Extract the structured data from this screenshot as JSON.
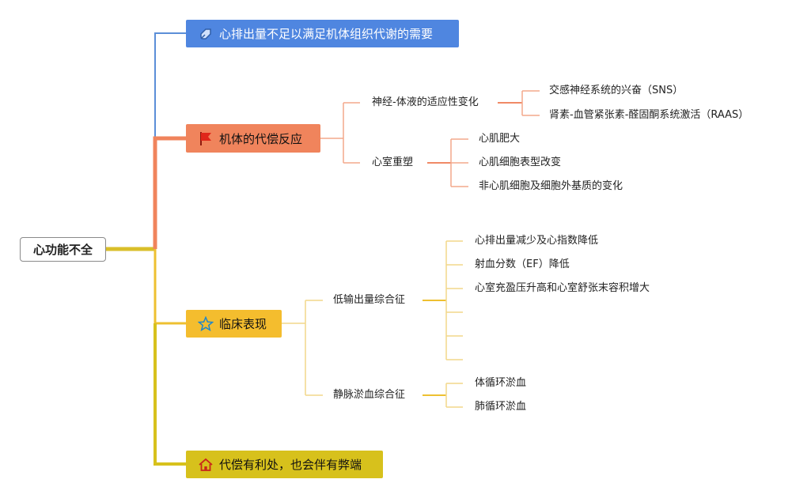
{
  "root": {
    "label": "心功能不全"
  },
  "branches": [
    {
      "label": "心排出量不足以满足机体组织代谢的需要",
      "icon": "rocket-icon",
      "color": "#4f86e0"
    },
    {
      "label": "机体的代偿反应",
      "icon": "flag-icon",
      "color": "#f0845c",
      "children": [
        {
          "label": "神经-体液的适应性变化",
          "children": [
            {
              "label": "交感神经系统的兴奋（SNS）"
            },
            {
              "label": "肾素-血管紧张素-醛固酮系统激活（RAAS）"
            }
          ]
        },
        {
          "label": "心室重塑",
          "children": [
            {
              "label": "心肌肥大"
            },
            {
              "label": "心肌细胞表型改变"
            },
            {
              "label": "非心肌细胞及细胞外基质的变化"
            }
          ]
        }
      ]
    },
    {
      "label": "临床表现",
      "icon": "star-icon",
      "color": "#f4bd2e",
      "children": [
        {
          "label": "低输出量综合征",
          "children": [
            {
              "label": "心排出量减少及心指数降低"
            },
            {
              "label": "射血分数（EF）降低"
            },
            {
              "label": "心室充盈压升高和心室舒张末容积增大"
            },
            {
              "label": ""
            },
            {
              "label": ""
            },
            {
              "label": ""
            }
          ]
        },
        {
          "label": "静脉淤血综合征",
          "children": [
            {
              "label": "体循环淤血"
            },
            {
              "label": "肺循环淤血"
            }
          ]
        }
      ]
    },
    {
      "label": "代偿有利处，也会伴有弊端",
      "icon": "house-icon",
      "color": "#d7c11c"
    }
  ]
}
